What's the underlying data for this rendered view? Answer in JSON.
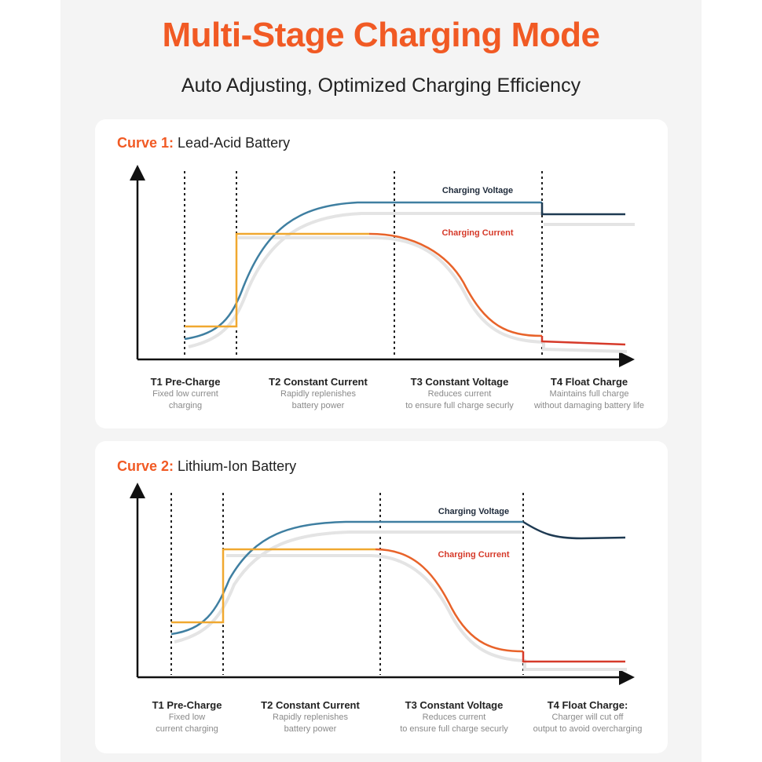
{
  "header": {
    "title": "Multi-Stage Charging Mode",
    "subtitle": "Auto Adjusting, Optimized Charging Efficiency"
  },
  "colors": {
    "accent": "#f15a24",
    "voltage_line": "#3f7fa1",
    "voltage_float": "#1e3a52",
    "current_line": "#f0a830",
    "current_taper": "#e8632a",
    "current_float": "#d63a2a",
    "voltage_label": "#1e2a3a",
    "current_label": "#d63a2a"
  },
  "curves": [
    {
      "prefix": "Curve 1:",
      "name": "Lead-Acid Battery",
      "legend": {
        "voltage": "Charging Voltage",
        "current": "Charging Current"
      },
      "stages": [
        {
          "name": "T1 Pre-Charge",
          "desc1": "Fixed low current",
          "desc2": "charging"
        },
        {
          "name": "T2 Constant Current",
          "desc1": "Rapidly replenishes",
          "desc2": "battery power"
        },
        {
          "name": "T3 Constant Voltage",
          "desc1": "Reduces current",
          "desc2": "to ensure full charge securly"
        },
        {
          "name": "T4 Float Charge",
          "desc1": "Maintains full charge",
          "desc2": "without damaging battery life"
        }
      ]
    },
    {
      "prefix": "Curve 2:",
      "name": "Lithium-Ion Battery",
      "legend": {
        "voltage": "Charging Voltage",
        "current": "Charging Current"
      },
      "stages": [
        {
          "name": "T1 Pre-Charge",
          "desc1": "Fixed low",
          "desc2": "current charging"
        },
        {
          "name": "T2 Constant Current",
          "desc1": "Rapidly replenishes",
          "desc2": "battery power"
        },
        {
          "name": "T3 Constant Voltage",
          "desc1": "Reduces current",
          "desc2": "to ensure full charge securly"
        },
        {
          "name": "T4 Float Charge:",
          "desc1": "Charger will cut off",
          "desc2": "output to avoid overcharging"
        }
      ]
    }
  ]
}
